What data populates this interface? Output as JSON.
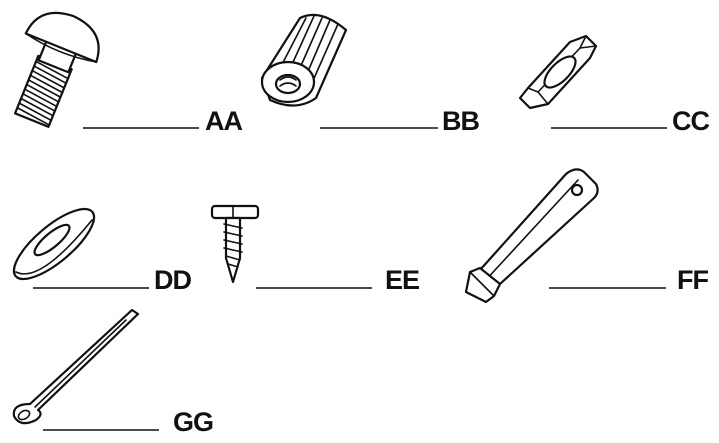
{
  "parts": [
    {
      "id": "carriage-bolt",
      "label": "AA"
    },
    {
      "id": "wire-connector",
      "label": "BB"
    },
    {
      "id": "hex-nut",
      "label": "CC"
    },
    {
      "id": "flat-washer",
      "label": "DD"
    },
    {
      "id": "screw",
      "label": "EE"
    },
    {
      "id": "clevis-pin",
      "label": "FF"
    },
    {
      "id": "cotter-pin",
      "label": "GG"
    }
  ]
}
